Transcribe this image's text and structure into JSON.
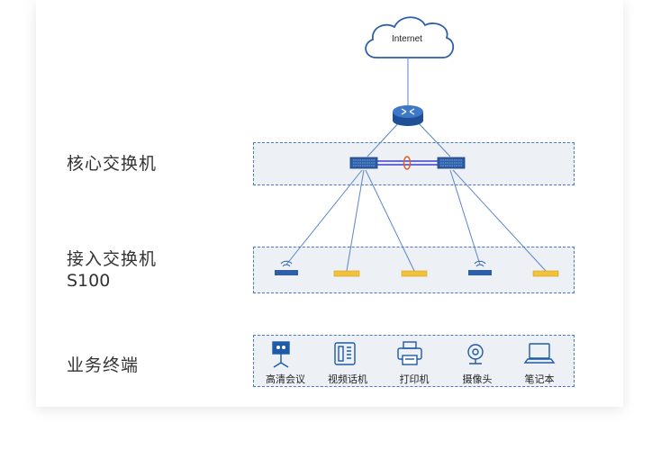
{
  "cloud": {
    "label": "Internet"
  },
  "tiers": {
    "core": {
      "label": "核心交换机"
    },
    "access": {
      "label_line1": "接入交换机",
      "label_line2": "S100"
    },
    "endpoints": {
      "label": "业务终端"
    }
  },
  "devices": [
    {
      "name": "hd-conference",
      "label": "高清会议",
      "icon": "video-conference-icon"
    },
    {
      "name": "video-phone",
      "label": "视频话机",
      "icon": "video-phone-icon"
    },
    {
      "name": "printer",
      "label": "打印机",
      "icon": "printer-icon"
    },
    {
      "name": "camera",
      "label": "摄像头",
      "icon": "webcam-icon"
    },
    {
      "name": "laptop",
      "label": "笔记本",
      "icon": "laptop-icon"
    }
  ],
  "colors": {
    "zone_border": "#4a78c2",
    "zone_fill": "#edf0f5",
    "link_line": "#5a86c8",
    "switch_blue": "#2d5fa8",
    "switch_yellow": "#f2c23a",
    "stack_link": "#3a3fd0",
    "stack_ring": "#e0602a",
    "icon_blue": "#1f5aa6"
  }
}
